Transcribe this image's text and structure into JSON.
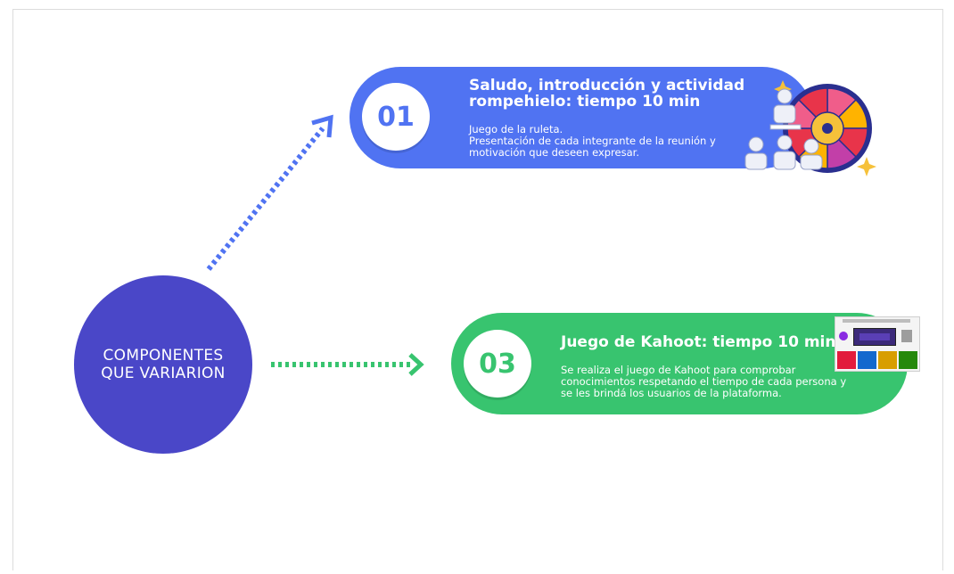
{
  "center": {
    "line1": "COMPONENTES",
    "line2": "QUE VARIARION",
    "color": "#4a47c8"
  },
  "items": [
    {
      "number": "01",
      "title": "Saludo, introducción y actividad rompehielo: tiempo 10 min",
      "body": [
        "Juego de la ruleta.",
        "Presentación de cada integrante de la reunión y",
        "motivación que deseen expresar."
      ],
      "color": "#5073f2",
      "image": "roulette-wheel-icon"
    },
    {
      "number": "03",
      "title": "Juego de Kahoot: tiempo 10 min",
      "body": [
        "Se realiza el juego de Kahoot para comprobar",
        "conocimientos respetando el tiempo de cada persona y",
        "se les brindá los usuarios de la plataforma."
      ],
      "color": "#38c46f",
      "image": "kahoot-screenshot-thumbnail"
    }
  ]
}
